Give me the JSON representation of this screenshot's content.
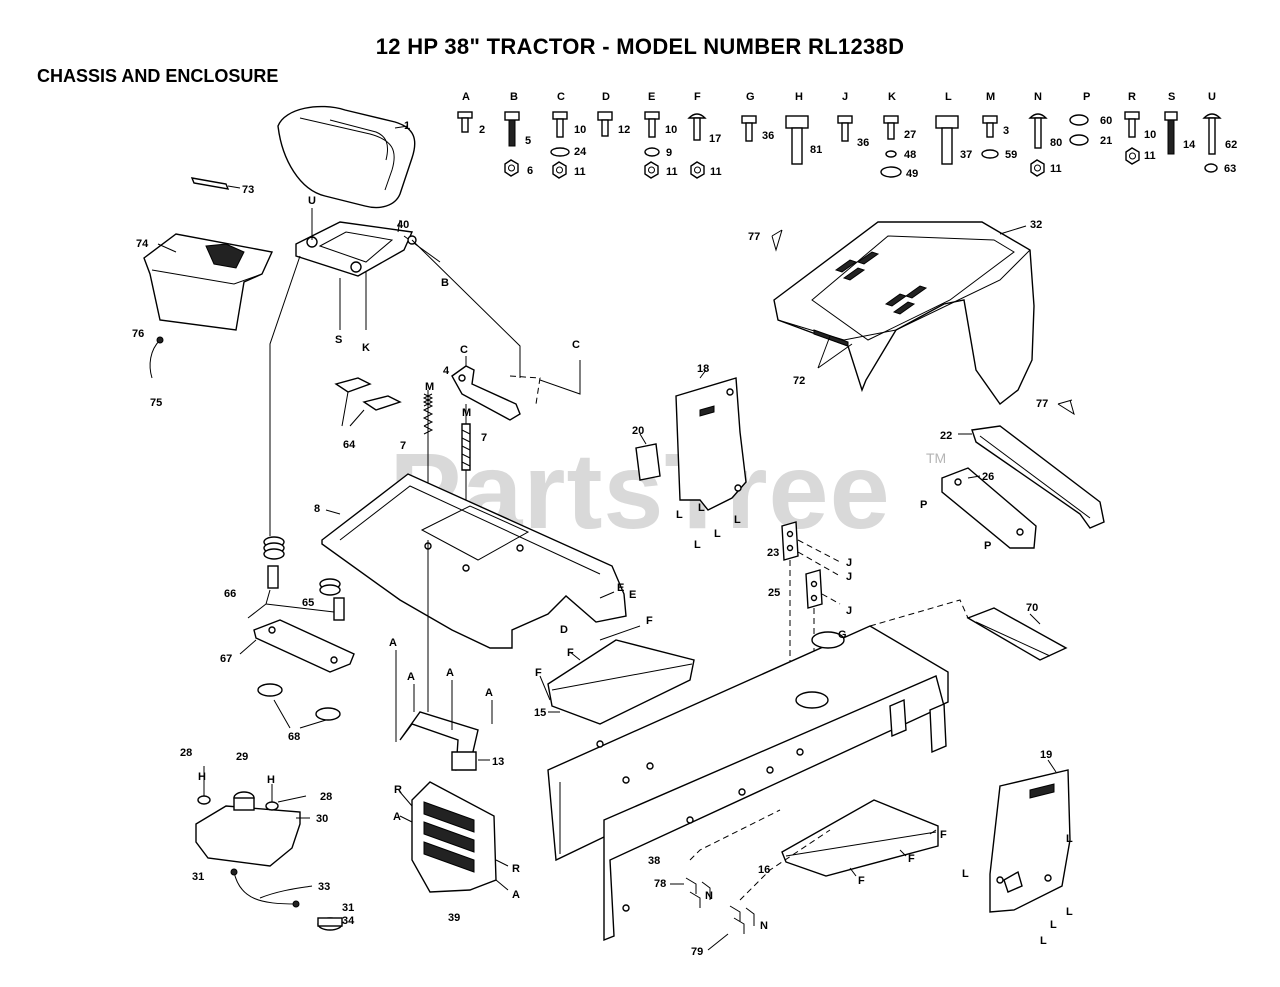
{
  "title": "12 HP 38\" TRACTOR - MODEL NUMBER RL1238D",
  "section": "CHASSIS AND ENCLOSURE",
  "watermark": "PartsTree",
  "watermark_tm": "TM",
  "hardware_header": [
    "A",
    "B",
    "C",
    "D",
    "E",
    "F",
    "G",
    "H",
    "J",
    "K",
    "L",
    "M",
    "N",
    "P",
    "R",
    "S",
    "U"
  ],
  "hardware_numbers": [
    "2",
    "5",
    "6",
    "10",
    "24",
    "11",
    "12",
    "10",
    "9",
    "11",
    "11",
    "17",
    "36",
    "81",
    "36",
    "27",
    "48",
    "49",
    "37",
    "3",
    "59",
    "80",
    "11",
    "60",
    "21",
    "10",
    "11",
    "14",
    "62",
    "63"
  ],
  "part_numbers": [
    "1",
    "73",
    "40",
    "74",
    "76",
    "75",
    "4",
    "18",
    "32",
    "77",
    "72",
    "64",
    "7",
    "7",
    "20",
    "77",
    "22",
    "26",
    "8",
    "23",
    "25",
    "70",
    "66",
    "65",
    "67",
    "68",
    "15",
    "13",
    "19",
    "28",
    "29",
    "28",
    "30",
    "31",
    "33",
    "31",
    "34",
    "39",
    "38",
    "78",
    "79",
    "16"
  ],
  "ref_letters": [
    "U",
    "B",
    "S",
    "K",
    "C",
    "C",
    "M",
    "M",
    "E",
    "E",
    "D",
    "F",
    "F",
    "F",
    "G",
    "A",
    "A",
    "A",
    "A",
    "H",
    "H",
    "R",
    "A",
    "R",
    "A",
    "L",
    "L",
    "L",
    "L",
    "L",
    "J",
    "J",
    "J",
    "P",
    "P",
    "N",
    "N",
    "F",
    "F",
    "F",
    "L",
    "L",
    "L",
    "L",
    "L"
  ]
}
